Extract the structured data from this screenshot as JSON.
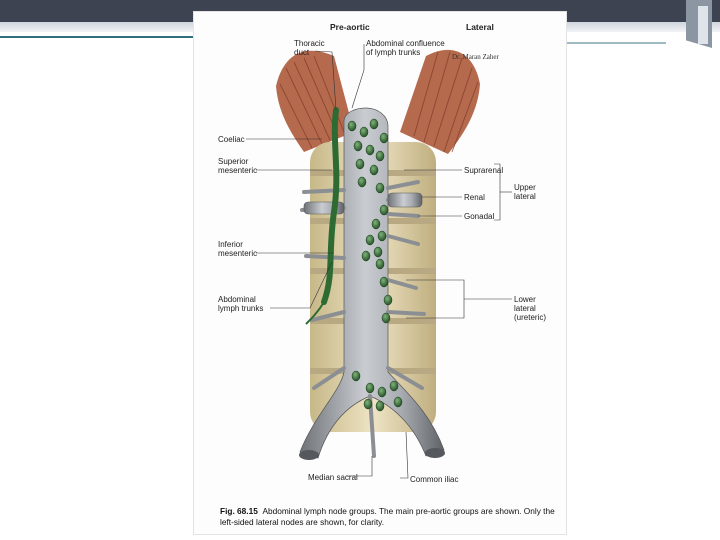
{
  "figure": {
    "headers": {
      "pre_aortic": "Pre-aortic",
      "lateral": "Lateral"
    },
    "watermark": "Dr. Maran Zaher",
    "labels": {
      "thoracic_duct": [
        "Thoracic",
        "duct"
      ],
      "abdominal_confluence": [
        "Abdominal confluence",
        "of lymph trunks"
      ],
      "coeliac": "Coeliac",
      "superior_mesenteric": [
        "Superior",
        "mesenteric"
      ],
      "inferior_mesenteric": [
        "Inferior",
        "mesenteric"
      ],
      "abdominal_lymph_trunks": [
        "Abdominal",
        "lymph trunks"
      ],
      "suprarenal": "Suprarenal",
      "renal": "Renal",
      "gonadal": "Gonadal",
      "upper_lateral": [
        "Upper",
        "lateral"
      ],
      "lower_lateral": [
        "Lower",
        "lateral",
        "(ureteric)"
      ],
      "median_sacral": "Median sacral",
      "common_iliac": "Common iliac"
    },
    "caption": {
      "number": "Fig. 68.15",
      "text": "Abdominal lymph node groups. The main pre-aortic groups are shown. Only the left-sided lateral nodes are shown, for clarity."
    }
  }
}
